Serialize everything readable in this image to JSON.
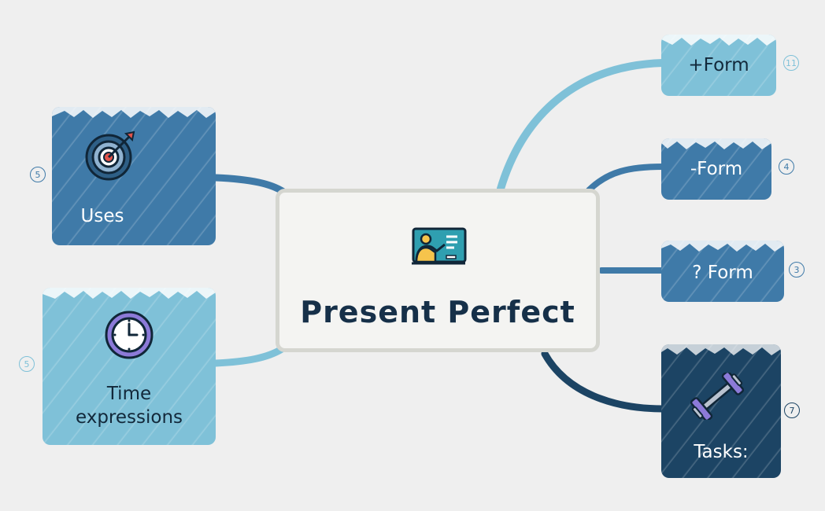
{
  "center": {
    "title": "Present Perfect",
    "icon": "teacher-board-icon"
  },
  "nodes": {
    "uses": {
      "label": "Uses",
      "badge": "5",
      "icon": "target-icon",
      "color": "#3f7aa8"
    },
    "time": {
      "label_line1": "Time",
      "label_line2": "expressions",
      "badge": "5",
      "icon": "clock-icon",
      "color": "#7fc1d8"
    },
    "plus": {
      "label": "+Form",
      "badge": "11",
      "color": "#7fc1d8"
    },
    "minus": {
      "label": "-Form",
      "badge": "4",
      "color": "#3f7aa8"
    },
    "question": {
      "label": "? Form",
      "badge": "3",
      "color": "#3f7aa8"
    },
    "tasks": {
      "label": "Tasks:",
      "badge": "7",
      "icon": "dumbbell-icon",
      "color": "#1c4464"
    }
  },
  "colors": {
    "background": "#efefef",
    "light_blue": "#7fc1d8",
    "mid_blue": "#3f7aa8",
    "dark_blue": "#1c4464",
    "title": "#163049"
  }
}
